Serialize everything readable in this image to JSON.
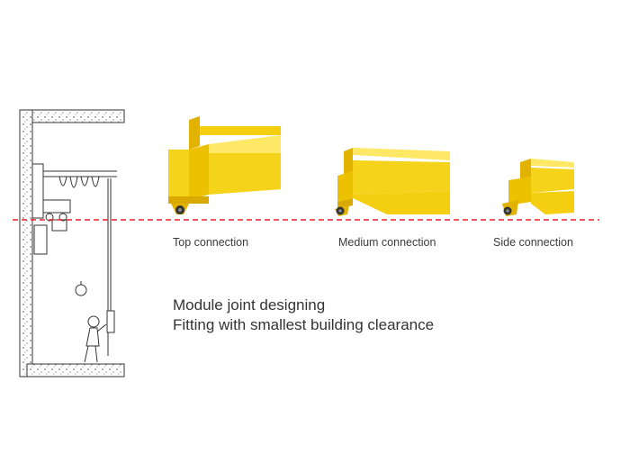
{
  "connections": [
    {
      "label": "Top connection"
    },
    {
      "label": "Medium connection"
    },
    {
      "label": "Side connection"
    }
  ],
  "caption": {
    "line1": "Module joint designing",
    "line2": "Fitting with smallest building clearance"
  },
  "colors": {
    "beam_yellow": "#f5d31a",
    "beam_shadow": "#d9a900",
    "beam_highlight": "#ffe866",
    "reference_line": "#e0262c",
    "line_art": "#333333"
  }
}
